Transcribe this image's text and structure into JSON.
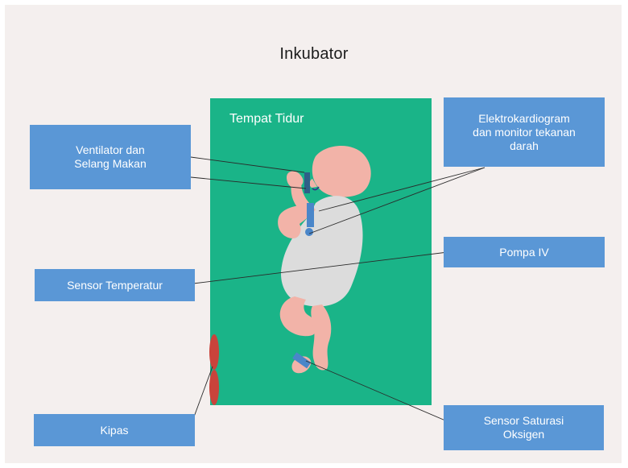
{
  "title": "Inkubator",
  "bed_label": "Tempat Tidur",
  "labels": {
    "ventilator": "Ventilator dan\nSelang Makan",
    "ekg": "Elektrokardiogram\ndan monitor tekanan\ndarah",
    "pompa": "Pompa IV",
    "sensor_temp": "Sensor Temperatur",
    "kipas": "Kipas",
    "saturasi": "Sensor Saturasi\nOksigen"
  },
  "colors": {
    "background": "#f4efee",
    "bed": "#1ab488",
    "label_box": "#5a97d6",
    "skin": "#f2b3a8",
    "body_suit": "#dcdcdc",
    "fan": "#c9433b",
    "sensor": "#4a86c9"
  }
}
